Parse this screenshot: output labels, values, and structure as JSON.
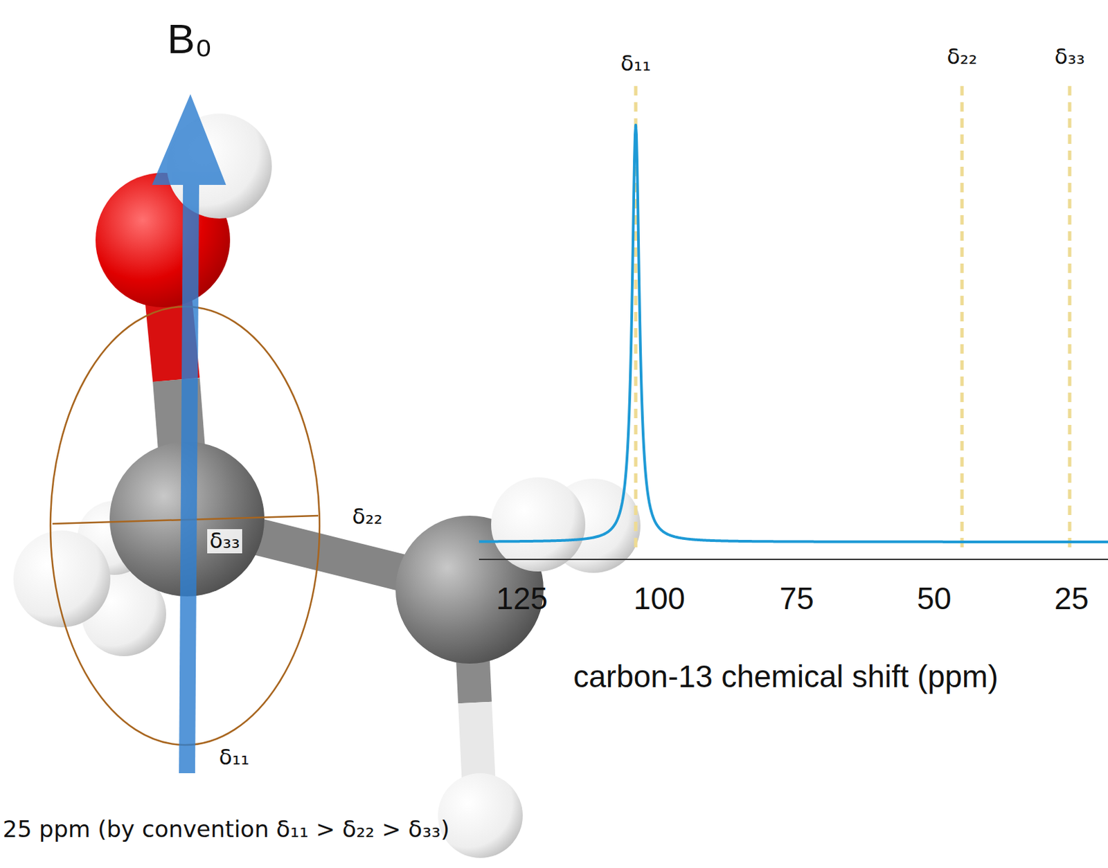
{
  "diagram": {
    "labels": [
      "B₀",
      "δ₁₁",
      "δ₂₂",
      "δ₃₃",
      "δ₂₂",
      "δ₃₃",
      "δ₁₁",
      "125",
      "100",
      "75",
      "50",
      "25",
      "carbon-13 chemical shift (ppm)",
      "25 ppm  (by convention δ₁₁ > δ₂₂ > δ₃₃)"
    ]
  }
}
